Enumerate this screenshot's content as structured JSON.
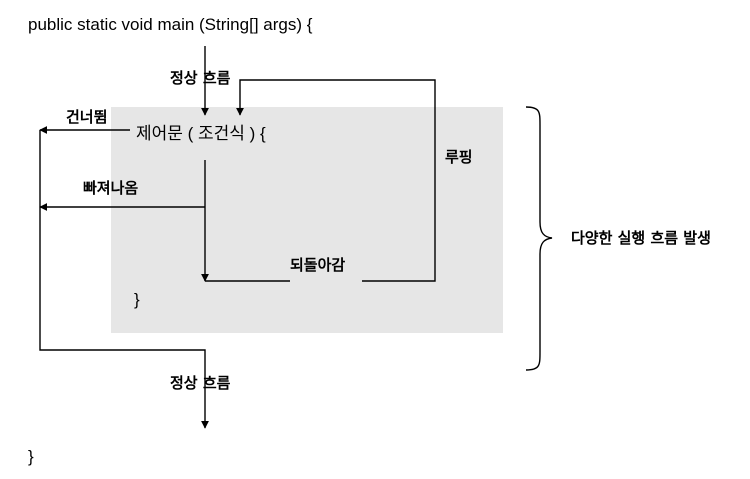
{
  "code": {
    "main_signature": "public static void main (String[] args) {",
    "control_statement": "제어문 ( 조건식 ) {",
    "inner_close_brace": "}",
    "outer_close_brace": "}"
  },
  "labels": {
    "normal_flow_top": "정상 흐름",
    "normal_flow_bottom": "정상 흐름",
    "skip": "건너뜀",
    "break_out": "빠져나옴",
    "looping": "루핑",
    "return_back": "되돌아감",
    "various_flow": "다양한 실행 흐름 발생"
  },
  "colors": {
    "block_fill": "#e6e6e6",
    "line": "#000000"
  }
}
